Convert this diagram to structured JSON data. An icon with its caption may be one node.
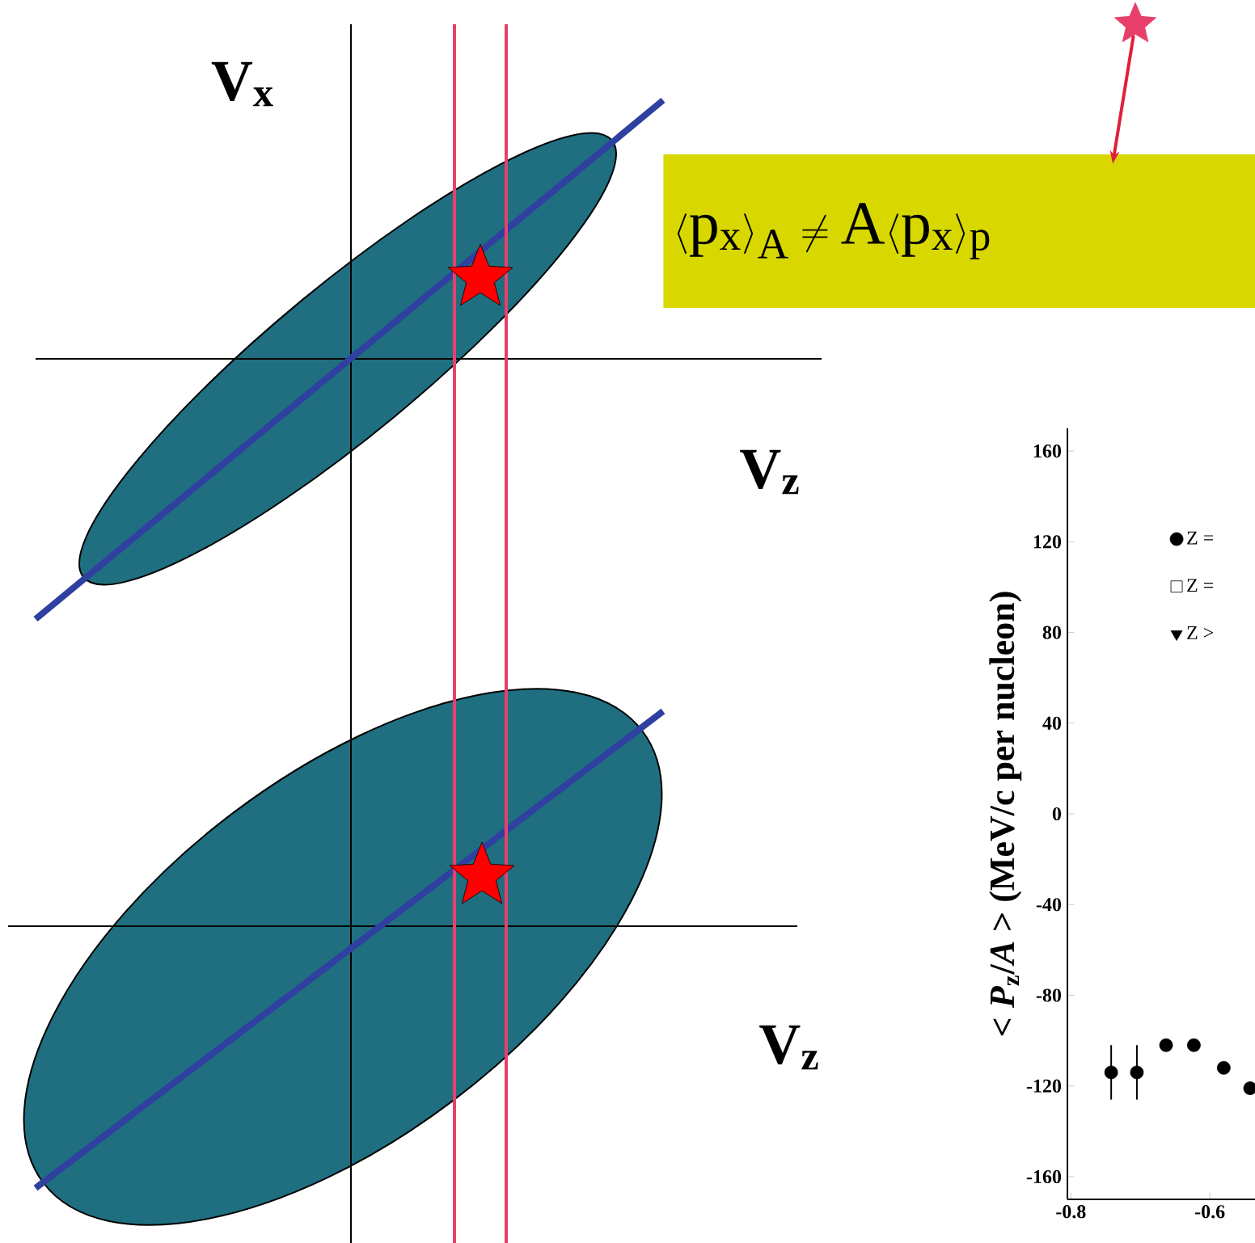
{
  "diagram": {
    "nodes": [
      {
        "text": [
          "\\langle \\mathrm{p_x} \\rangle_\\mathrm{A} \\neq \\mathrm{A} \\langle \\mathrm{p_x} \\rangle_\\mathrm{p}"
        ]
      },
      {
        "text": [],
        "shape": "star"
      }
    ],
    "edges": [
      {
        "from": 1,
        "to": 0,
        "arrow": "to",
        "color": "#e0203a"
      }
    ],
    "labels": [
      "V$_{x}$",
      "V$_{z}$",
      "V$_{z}$"
    ],
    "chart_data": {
      "type": "scatter",
      "ylabel": "< *P*$_{z}$/*A* > (MeV/c per nucleon)",
      "xlim": [
        -0.805,
        -0.535
      ],
      "ylim": [
        -170,
        170
      ],
      "xticks": [
        -0.8,
        -0.6
      ],
      "yticks": [
        -160,
        -120,
        -80,
        -40,
        0,
        40,
        80,
        120,
        160
      ],
      "x": [
        -0.742,
        -0.705,
        -0.663,
        -0.623,
        -0.58,
        -0.542
      ],
      "series": [
        {
          "name": "Z =",
          "color": "#000000",
          "values": [
            -114,
            -114,
            -102,
            -102,
            -112,
            -121
          ],
          "errors": [
            12,
            12,
            null,
            null,
            null,
            null
          ]
        },
        {
          "name": "Z =",
          "color": "#000000",
          "values": [
            null,
            null,
            null,
            null,
            null,
            null
          ]
        },
        {
          "name": "Z >",
          "color": "#000000",
          "values": [
            null,
            null,
            null,
            null,
            null,
            null
          ]
        }
      ]
    }
  }
}
